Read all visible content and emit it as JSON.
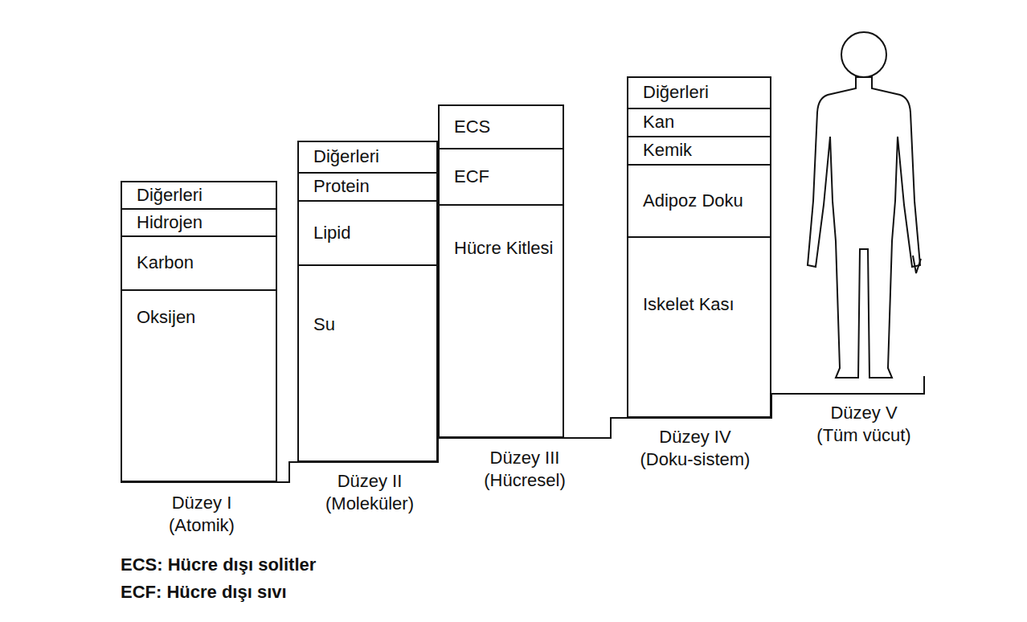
{
  "diagram": {
    "nodes": [
      {
        "text": [
          "Diğerleri"
        ]
      },
      {
        "text": [
          "Hidrojen"
        ]
      },
      {
        "text": [
          "Karbon"
        ]
      },
      {
        "text": [
          "Oksijen"
        ]
      },
      {
        "text": [
          "Diğerleri"
        ]
      },
      {
        "text": [
          "Protein"
        ]
      },
      {
        "text": [
          "Lipid"
        ]
      },
      {
        "text": [
          "Su"
        ]
      },
      {
        "text": [
          "ECS"
        ]
      },
      {
        "text": [
          "ECF"
        ]
      },
      {
        "text": [
          "Hücre Kitlesi"
        ]
      },
      {
        "text": [
          "Diğerleri"
        ]
      },
      {
        "text": [
          "Kan"
        ]
      },
      {
        "text": [
          "Kemik"
        ]
      },
      {
        "text": [
          "Adipoz Doku"
        ]
      },
      {
        "text": [
          "Iskelet Kası"
        ]
      }
    ],
    "labels": [
      "Düzey I (Atomik)",
      "Düzey II (Moleküler)",
      "Düzey III (Hücresel)",
      "Düzey IV (Doku-sistem)",
      "Düzey V (Tüm vücut)",
      "ECS: Hücre dışı solitler",
      "ECF: Hücre dışı sıvı"
    ]
  }
}
